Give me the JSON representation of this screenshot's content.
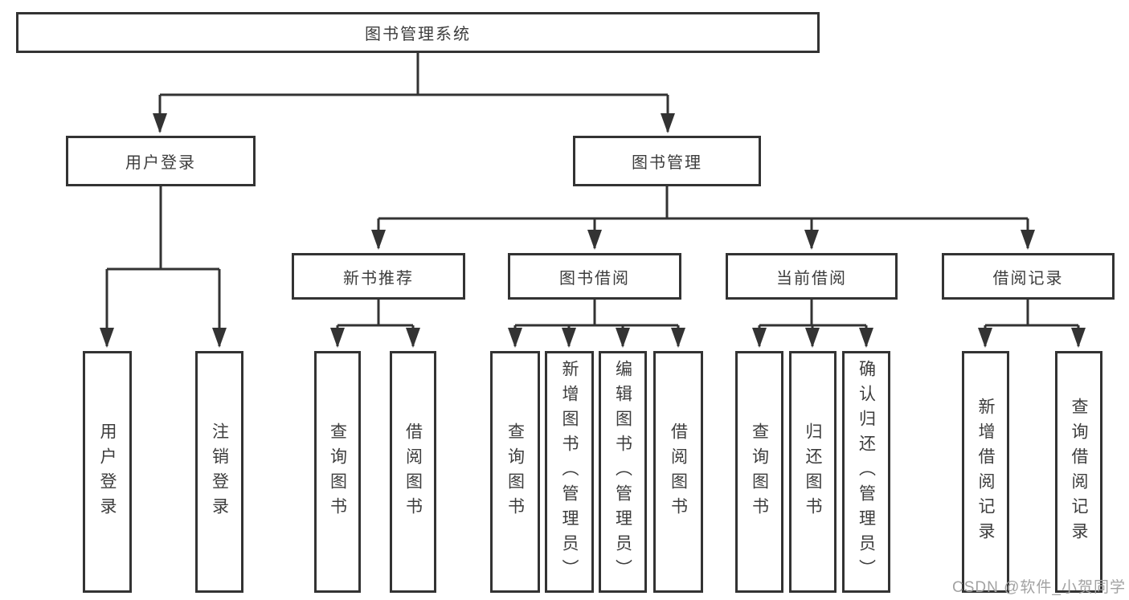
{
  "diagram": {
    "root": {
      "label": "图书管理系统"
    },
    "level2": [
      {
        "label": "用户登录"
      },
      {
        "label": "图书管理"
      }
    ],
    "level3": [
      {
        "parent": "图书管理",
        "label": "新书推荐"
      },
      {
        "parent": "图书管理",
        "label": "图书借阅"
      },
      {
        "parent": "图书管理",
        "label": "当前借阅"
      },
      {
        "parent": "图书管理",
        "label": "借阅记录"
      }
    ],
    "leaves": [
      {
        "parent": "用户登录",
        "label": "用户登录"
      },
      {
        "parent": "用户登录",
        "label": "注销登录"
      },
      {
        "parent": "新书推荐",
        "label": "查询图书"
      },
      {
        "parent": "新书推荐",
        "label": "借阅图书"
      },
      {
        "parent": "图书借阅",
        "label": "查询图书"
      },
      {
        "parent": "图书借阅",
        "label": "新增图书（管理员）"
      },
      {
        "parent": "图书借阅",
        "label": "编辑图书（管理员）"
      },
      {
        "parent": "图书借阅",
        "label": "借阅图书"
      },
      {
        "parent": "当前借阅",
        "label": "查询图书"
      },
      {
        "parent": "当前借阅",
        "label": "归还图书"
      },
      {
        "parent": "当前借阅",
        "label": "确认归还（管理员）"
      },
      {
        "parent": "借阅记录",
        "label": "新增借阅记录"
      },
      {
        "parent": "借阅记录",
        "label": "查询借阅记录"
      }
    ]
  },
  "watermark": "CSDN @软件_小贺同学",
  "colors": {
    "line": "#333333",
    "text": "#3d3d3d",
    "background": "#ffffff",
    "watermark": "#a2a2a2"
  }
}
